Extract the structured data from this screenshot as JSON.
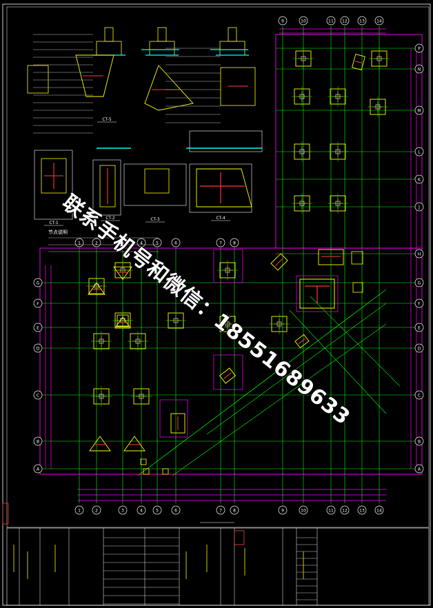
{
  "watermark": "联系手机号和微信：18551689633",
  "col_axes": [
    "1",
    "2",
    "3",
    "4",
    "5",
    "6",
    "7",
    "8",
    "9",
    "10",
    "11",
    "12",
    "13",
    "14"
  ],
  "row_axes": [
    "A",
    "B",
    "C",
    "D",
    "E",
    "F",
    "G",
    "H",
    "J",
    "K",
    "L",
    "M",
    "N",
    "P"
  ],
  "note_title": "节点说明",
  "detail_labels": [
    "CT-1",
    "CT-2",
    "CT-3",
    "CT-4",
    "CT-5"
  ],
  "colors": {
    "grid": "#00ff00",
    "frame": "#ff00ff",
    "member": "#ffff00",
    "rebar": "#ff3b3b",
    "dim": "#00ffff",
    "text": "#ffffff"
  }
}
